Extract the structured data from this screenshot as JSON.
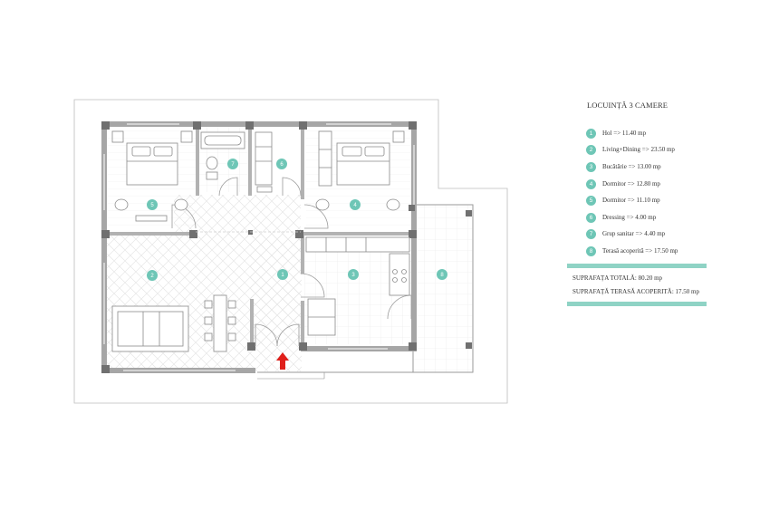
{
  "legend": {
    "title": "LOCUINȚĂ 3 CAMERE",
    "items": [
      {
        "num": "1",
        "label": "Hol => 11.40 mp"
      },
      {
        "num": "2",
        "label": "Living+Dining => 23.50 mp"
      },
      {
        "num": "3",
        "label": "Bucătărie => 13.00 mp"
      },
      {
        "num": "4",
        "label": "Dormitor => 12.80 mp"
      },
      {
        "num": "5",
        "label": "Dormitor => 11.10 mp"
      },
      {
        "num": "6",
        "label": "Dressing => 4.00 mp"
      },
      {
        "num": "7",
        "label": "Grup sanitar => 4.40 mp"
      },
      {
        "num": "8",
        "label": "Terasă acoperită => 17.50 mp"
      }
    ],
    "total_area": "SUPRAFAȚA TOTALĂ: 80.20 mp",
    "terrace_area": "SUPRAFAȚĂ TERASĂ ACOPERITĂ: 17.50 mp"
  },
  "plan": {
    "room_markers": [
      "1",
      "2",
      "3",
      "4",
      "5",
      "6",
      "7",
      "8"
    ],
    "colors": {
      "wall": "#8a8a8a",
      "pillar": "#6f6f6f",
      "marker": "#6ec6b6",
      "entrance_arrow": "#e0201b",
      "accent_bar": "#8fd3c5"
    },
    "entrance": "entrance-arrow"
  }
}
